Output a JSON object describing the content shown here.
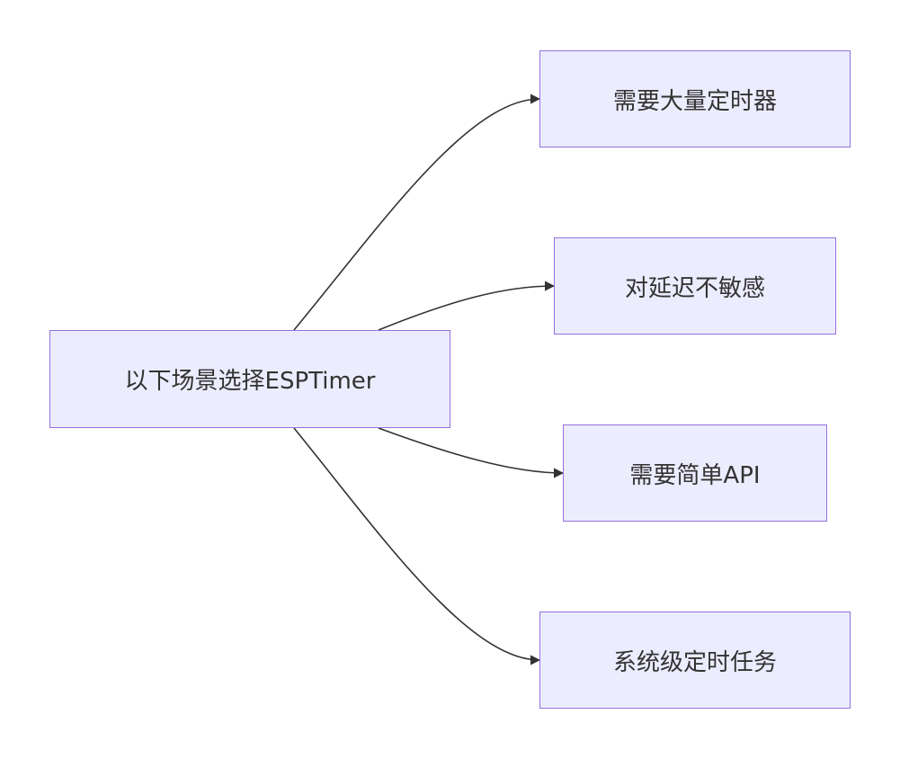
{
  "diagram": {
    "root": {
      "label": "以下场景选择ESPTimer"
    },
    "children": [
      {
        "label": "需要大量定时器"
      },
      {
        "label": "对延迟不敏感"
      },
      {
        "label": "需要简单API"
      },
      {
        "label": "系统级定时任务"
      }
    ]
  },
  "colors": {
    "node_fill": "#ECECFF",
    "node_border": "#9370DB",
    "edge": "#333333",
    "text": "#333333",
    "background": "#FFFFFF"
  }
}
